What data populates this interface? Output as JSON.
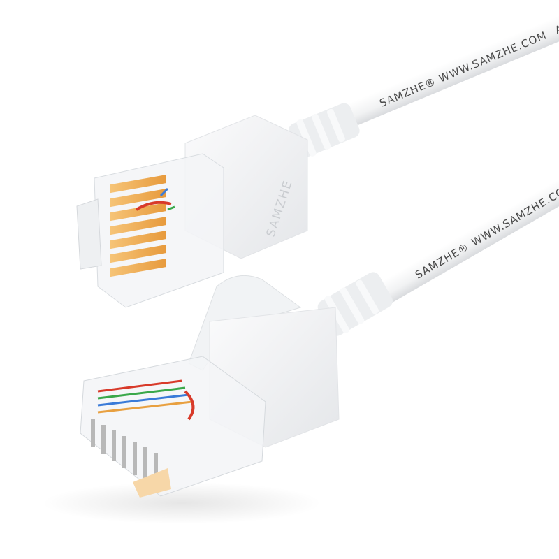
{
  "product": {
    "brand_text_upper_cable": [
      "SAMZHE®",
      "WWW.SAMZHE.COM",
      "AN"
    ],
    "brand_text_lower_cable": [
      "SAMZHE®",
      "WWW.SAMZHE.COM"
    ],
    "boot_text": "SAMZHE"
  },
  "colors": {
    "background": "#ffffff",
    "cable": "#f4f5f6",
    "print": "#4a4a4a",
    "contacts": "#f2b35a",
    "wire_red": "#d83a2a",
    "wire_green": "#3aa84a",
    "wire_blue": "#3a7bd8"
  }
}
